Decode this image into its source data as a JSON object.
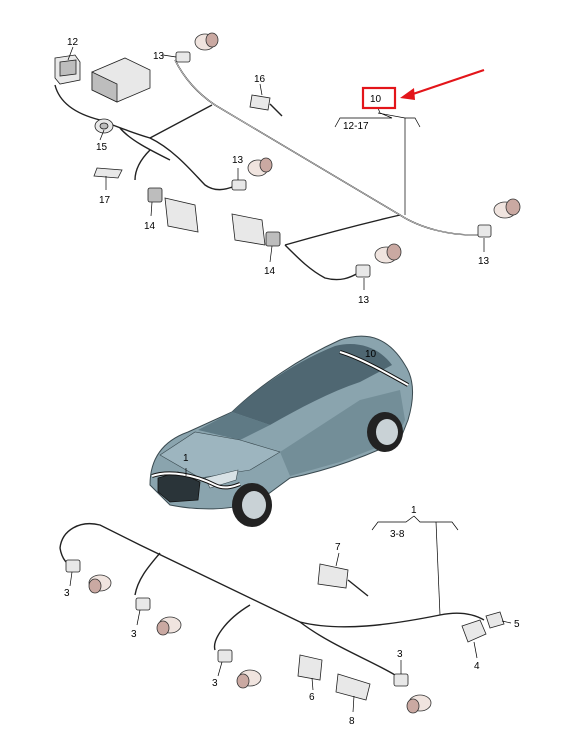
{
  "top_group": {
    "labels": [
      "12",
      "13",
      "13",
      "13",
      "13",
      "14",
      "14",
      "15",
      "16",
      "17"
    ],
    "bracket": {
      "callout": "10",
      "range": "12-17"
    },
    "highlight_color": "#e3151a",
    "arrow_color": "#e3151a"
  },
  "car": {
    "callout_rear": "10",
    "callout_front": "1",
    "body_color": "#7f9ba6",
    "harness_color": "#ffffff"
  },
  "bottom_group": {
    "labels": [
      "3",
      "3",
      "3",
      "3",
      "4",
      "5",
      "6",
      "7",
      "8"
    ],
    "bracket": {
      "callout": "1",
      "range": "3-8"
    }
  }
}
